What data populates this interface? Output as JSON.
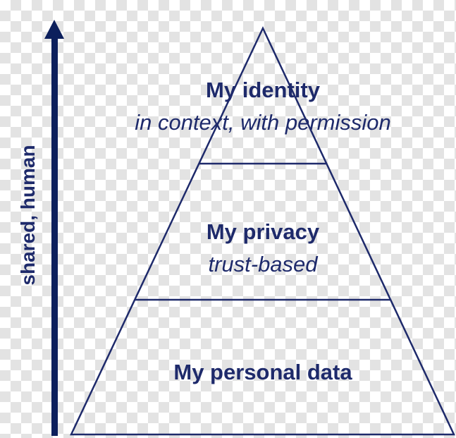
{
  "axis_label": "shared, human",
  "levels": [
    {
      "title": "My identity",
      "subtitle": "in context, with permission"
    },
    {
      "title": "My privacy",
      "subtitle": "trust-based"
    },
    {
      "title": "My personal data"
    }
  ],
  "colors": {
    "line": "#1e2a6b",
    "arrow": "#0c1f5c"
  }
}
